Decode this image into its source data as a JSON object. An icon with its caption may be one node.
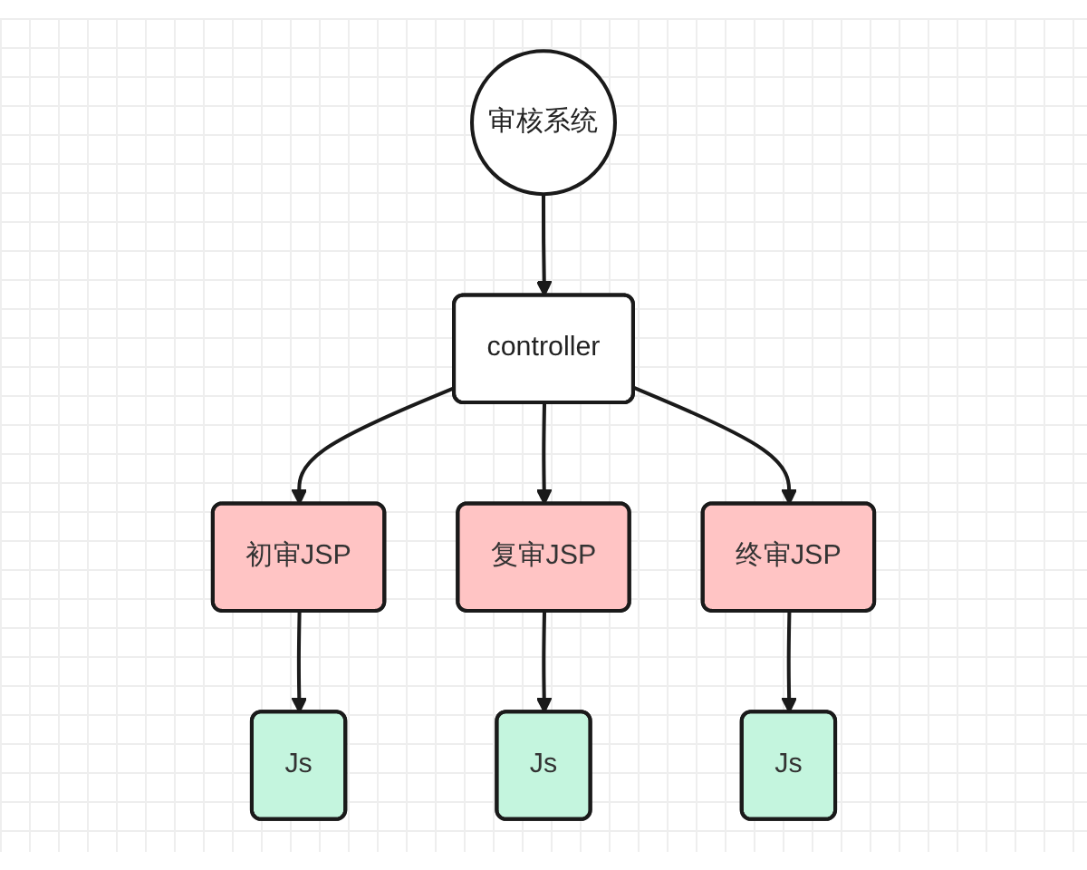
{
  "diagram": {
    "nodes": [
      {
        "text": [
          "审核系统"
        ]
      },
      {
        "text": [
          "controller"
        ]
      },
      {
        "text": [
          "初审JSP"
        ]
      },
      {
        "text": [
          "复审JSP"
        ]
      },
      {
        "text": [
          "终审JSP"
        ]
      },
      {
        "text": [
          "Js"
        ]
      },
      {
        "text": [
          "Js"
        ]
      },
      {
        "text": [
          "Js"
        ]
      }
    ],
    "edges": [
      {
        "from": 0,
        "to": 1,
        "arrow": "to"
      },
      {
        "from": 1,
        "to": 2,
        "arrow": "to"
      },
      {
        "from": 1,
        "to": 3,
        "arrow": "to"
      },
      {
        "from": 1,
        "to": 4,
        "arrow": "to"
      },
      {
        "from": 2,
        "to": 5,
        "arrow": "to"
      },
      {
        "from": 3,
        "to": 6,
        "arrow": "to"
      },
      {
        "from": 4,
        "to": 7,
        "arrow": "to"
      }
    ]
  }
}
